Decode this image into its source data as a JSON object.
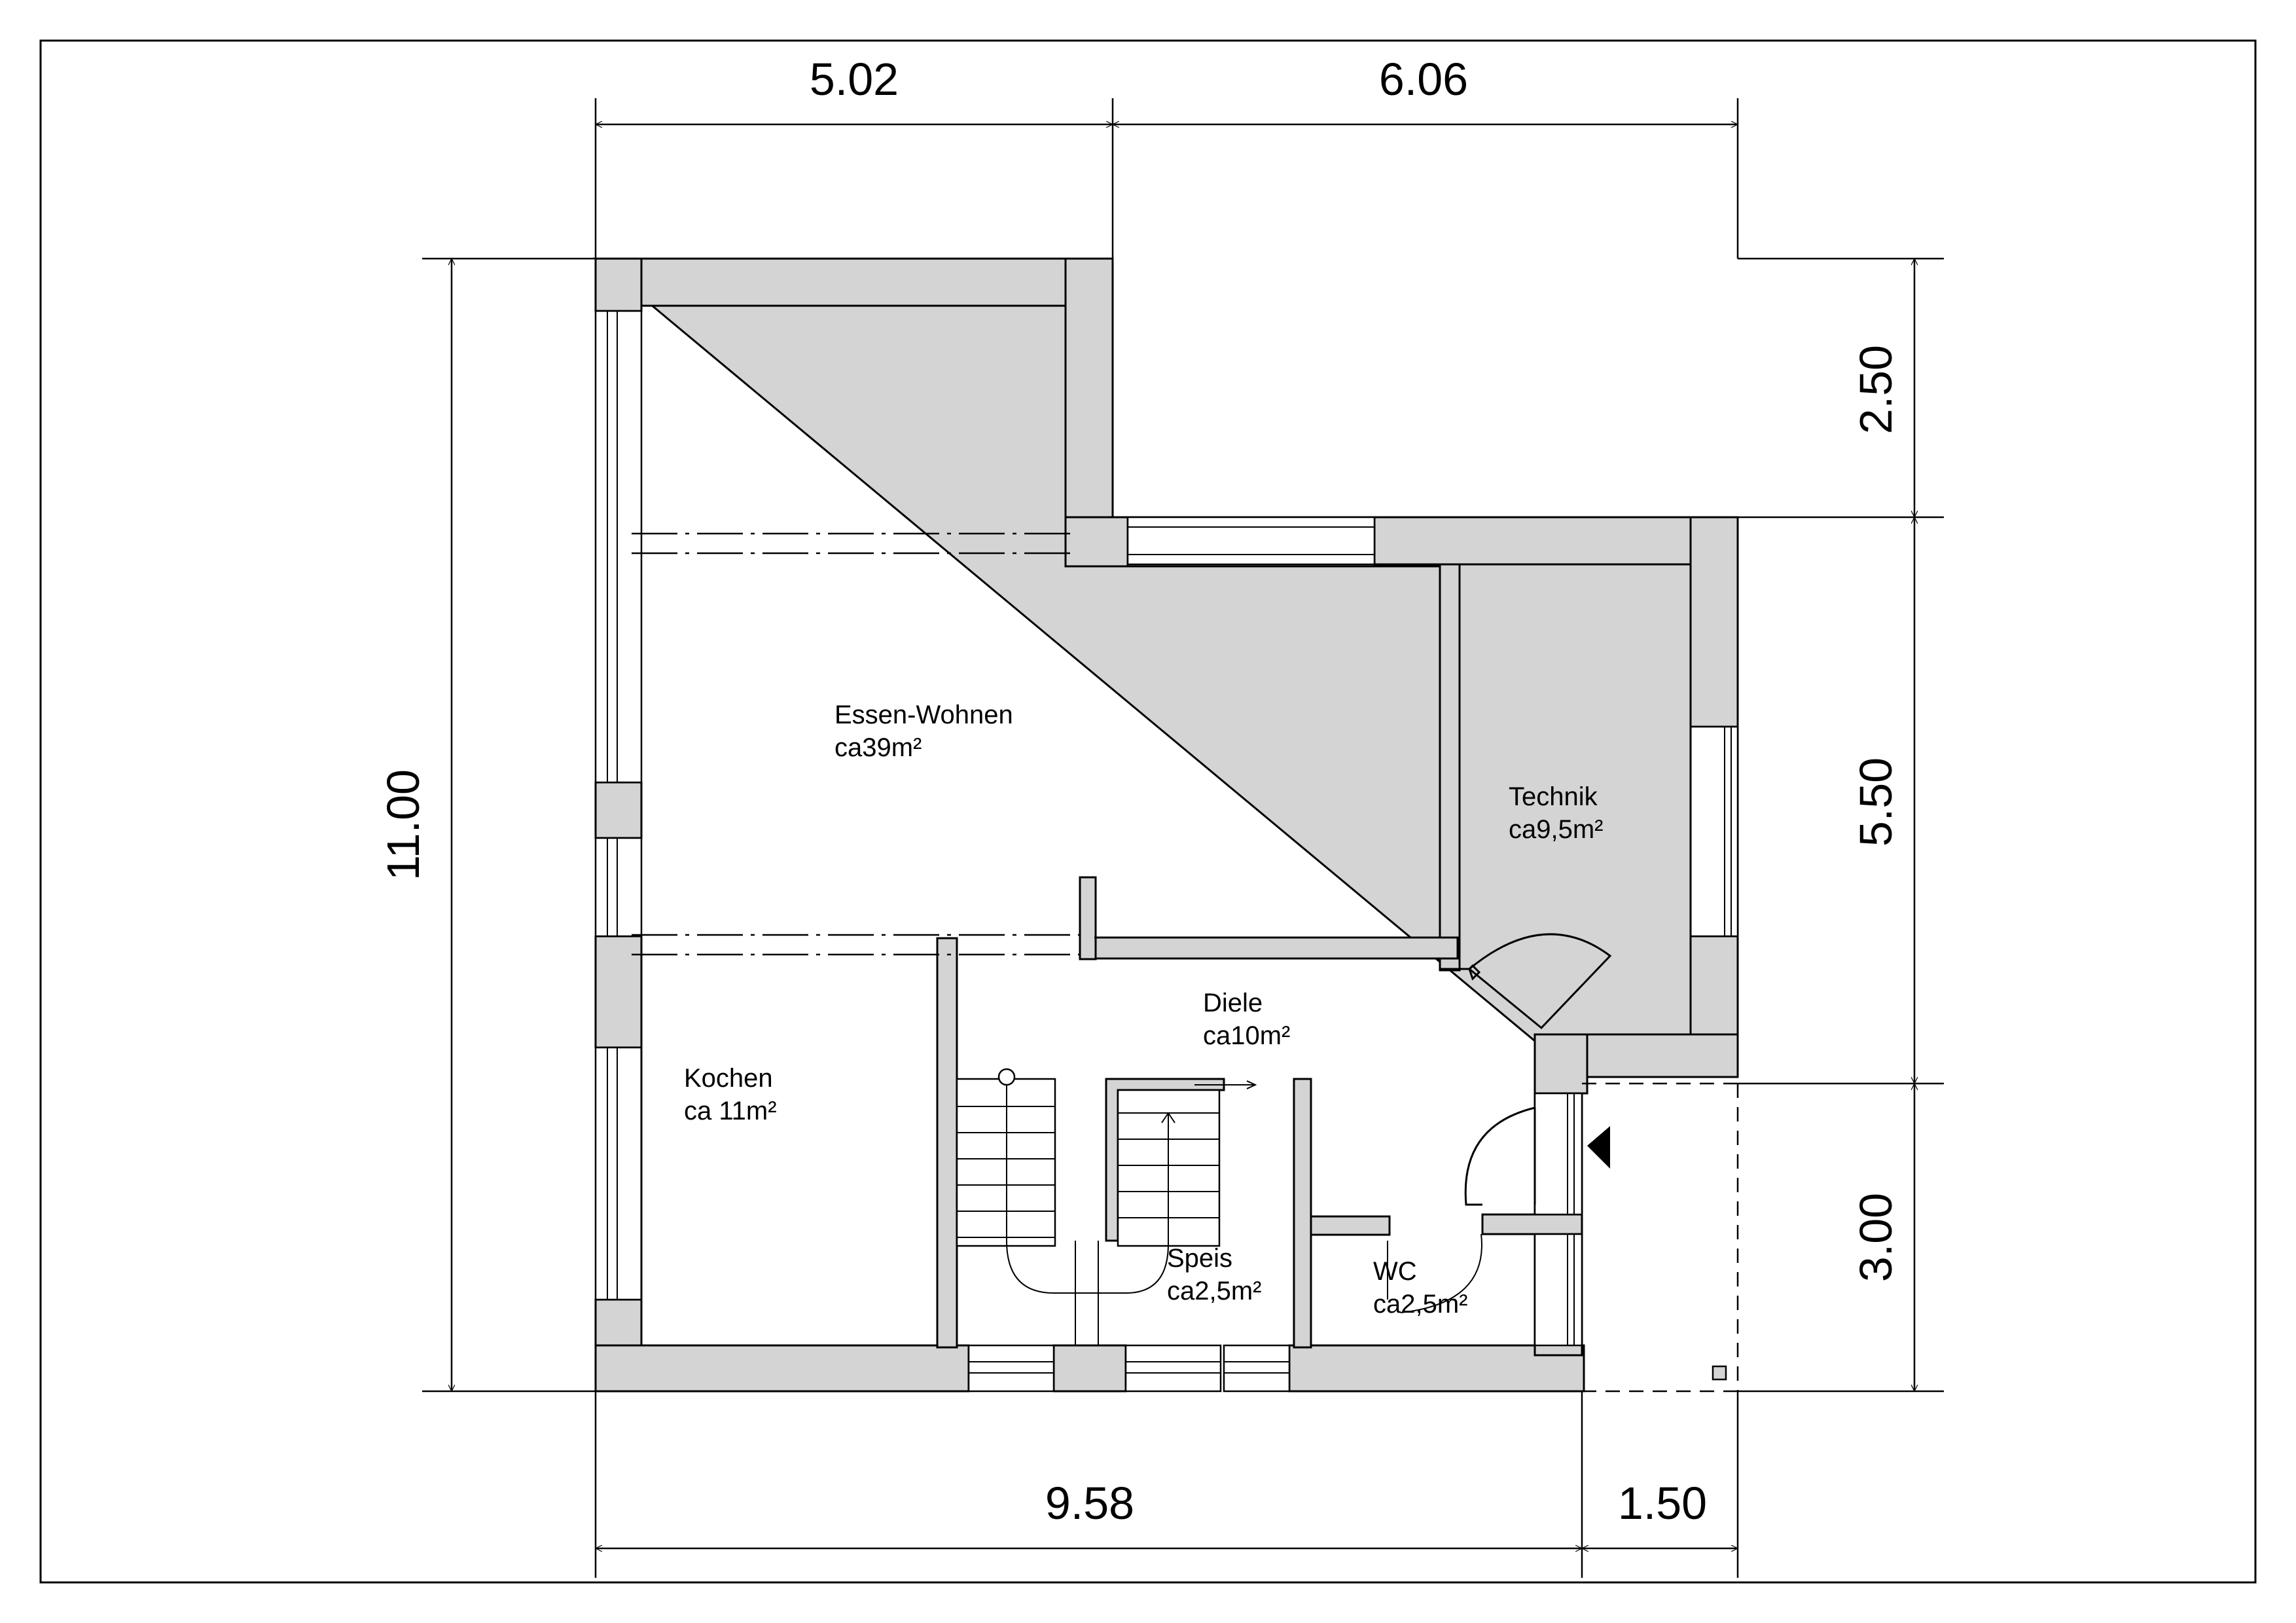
{
  "dimensions": {
    "top_left": "5.02",
    "top_right": "6.06",
    "left_overall": "11.00",
    "right_top": "2.50",
    "right_middle": "5.50",
    "right_bottom": "3.00",
    "bottom_left": "9.58",
    "bottom_right": "1.50"
  },
  "rooms": {
    "essen_wohnen": {
      "name": "Essen-Wohnen",
      "area": "ca39m²"
    },
    "technik": {
      "name": "Technik",
      "area": "ca9,5m²"
    },
    "diele": {
      "name": "Diele",
      "area": "ca10m²"
    },
    "kochen": {
      "name": "Kochen",
      "area": "ca 11m²"
    },
    "speis": {
      "name": "Speis",
      "area": "ca2,5m²"
    },
    "wc": {
      "name": "WC",
      "area": "ca2,5m²"
    }
  },
  "colors": {
    "wall_fill": "#d4d4d4",
    "line": "#000000"
  }
}
